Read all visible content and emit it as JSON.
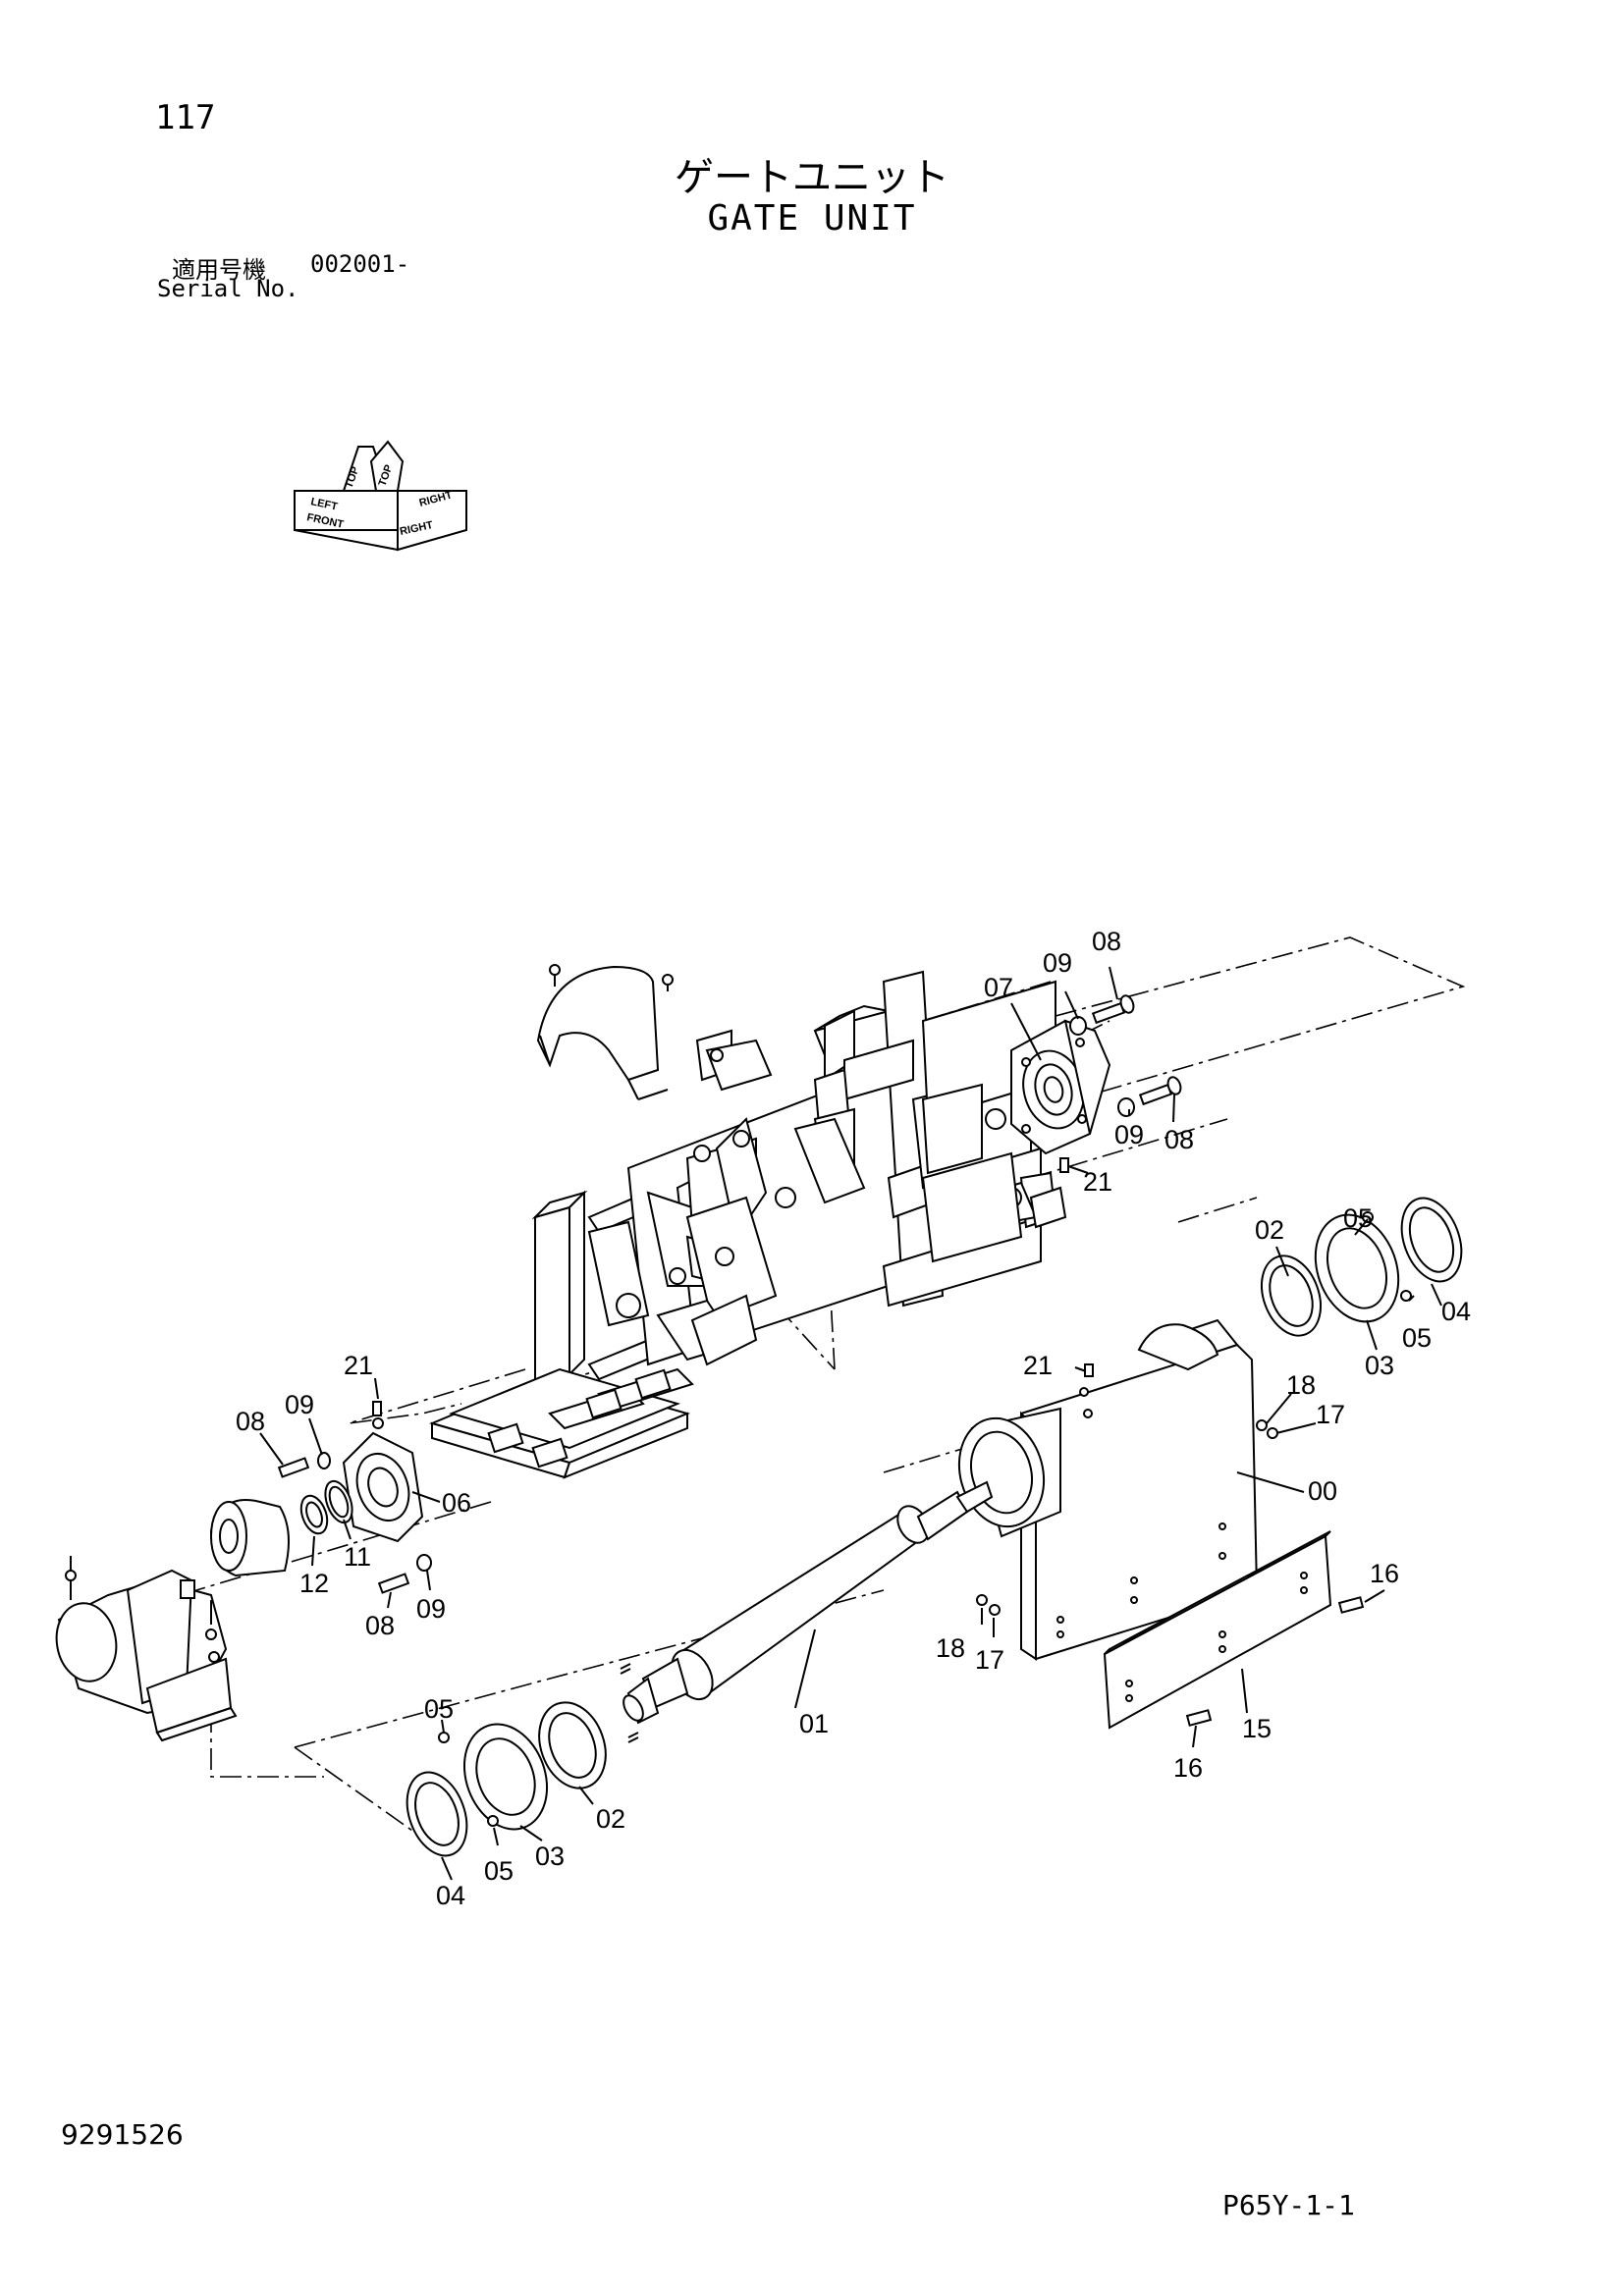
{
  "header": {
    "page_number": "117",
    "title_jp": "ゲートユニット",
    "title_en": "GATE UNIT",
    "serial_label_jp": "適用号機",
    "serial_number": "002001-",
    "serial_label_en": "Serial No."
  },
  "orientation": {
    "front": "FRONT",
    "right": "RIGHT",
    "top": "TOP",
    "top2": "TOP",
    "left": "LEFT",
    "right2": "RIGHT"
  },
  "callouts": {
    "c08_top": "08",
    "c09_top": "09",
    "c07": "07",
    "c08_mid": "08",
    "c09_mid": "09",
    "c21_top": "21",
    "c05_r1": "05",
    "c02_r": "02",
    "c03_r": "03",
    "c04_r": "04",
    "c05_r2": "05",
    "c21_mid": "21",
    "c18_r": "18",
    "c17_r": "17",
    "c00": "00",
    "c21_l": "21",
    "c09_l": "09",
    "c08_l": "08",
    "c06": "06",
    "c11": "11",
    "c12": "12",
    "c08_lb": "08",
    "c09_lb": "09",
    "c16_r": "16",
    "c18_m": "18",
    "c17_m": "17",
    "c01": "01",
    "c15": "15",
    "c16_b": "16",
    "c05_b1": "05",
    "c02_b": "02",
    "c03_b": "03",
    "c04_b": "04",
    "c05_b2": "05"
  },
  "footer": {
    "doc_number": "9291526",
    "page_code": "P65Y-1-1"
  }
}
